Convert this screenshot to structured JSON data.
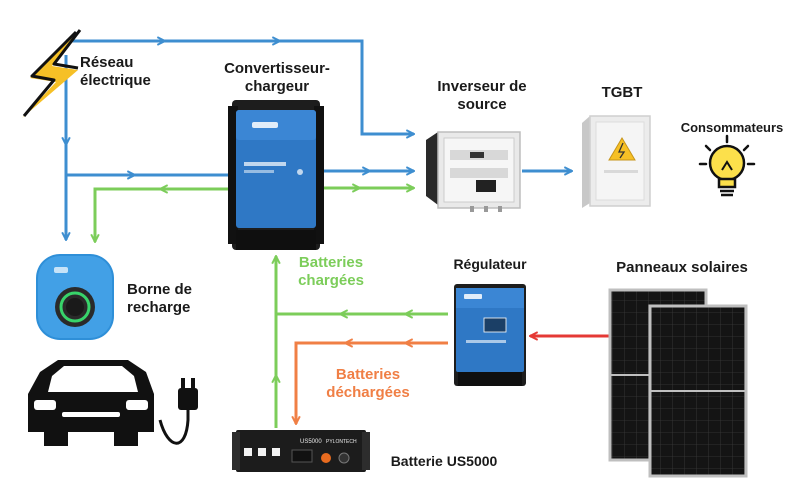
{
  "labels": {
    "grid": [
      "Réseau",
      "électrique"
    ],
    "inverter_charger": [
      "Convertisseur-",
      "chargeur"
    ],
    "source_switch": [
      "Inverseur de",
      "source"
    ],
    "tgbt": "TGBT",
    "consumers": "Consommateurs",
    "ev_charger": [
      "Borne de",
      "recharge"
    ],
    "regulator": "Régulateur",
    "solar_panels": "Panneaux solaires",
    "battery": "Batterie US5000",
    "charged_batteries": [
      "Batteries",
      "chargées"
    ],
    "discharged_batteries": [
      "Batteries",
      "déchargées"
    ]
  },
  "device_text": {
    "battery_model": "US5000",
    "battery_brand": "PYLONTECH"
  },
  "colors": {
    "grid_line": "#3e8ed0",
    "charged_line": "#7ccd5a",
    "discharged_line": "#f07f45",
    "solar_line": "#e53935",
    "victron_blue": "#2f78c5",
    "bolt_yellow": "#f6c026"
  },
  "icons": {
    "grid": "lightning-bolt-icon",
    "consumers": "light-bulb-icon",
    "ev_charger": "ev-wallbox-icon",
    "car": "car-icon",
    "plug": "plug-icon"
  }
}
